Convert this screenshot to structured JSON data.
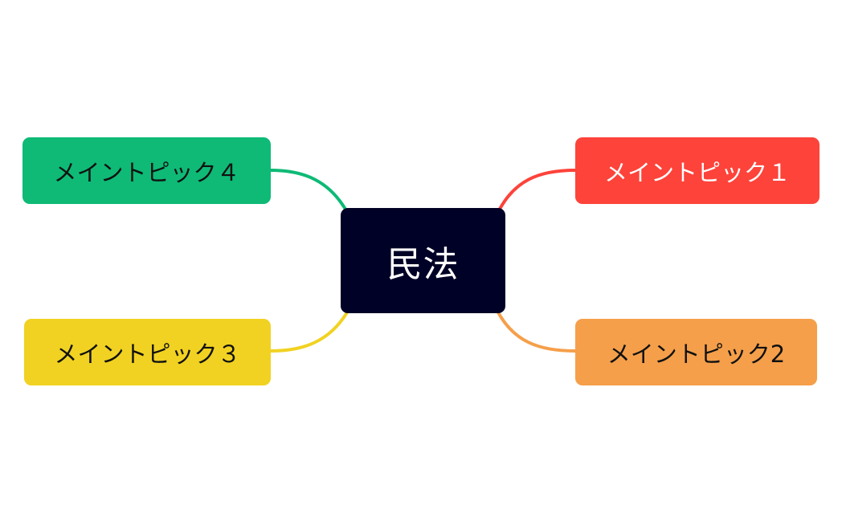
{
  "central": {
    "label": "民法",
    "color": "#000126"
  },
  "topics": [
    {
      "label": "メイントピック１",
      "color": "#FD433A"
    },
    {
      "label": "メイントピック2",
      "color": "#F59F4A"
    },
    {
      "label": "メイントピック３",
      "color": "#F1D222"
    },
    {
      "label": "メイントピック４",
      "color": "#0EBA76"
    }
  ]
}
